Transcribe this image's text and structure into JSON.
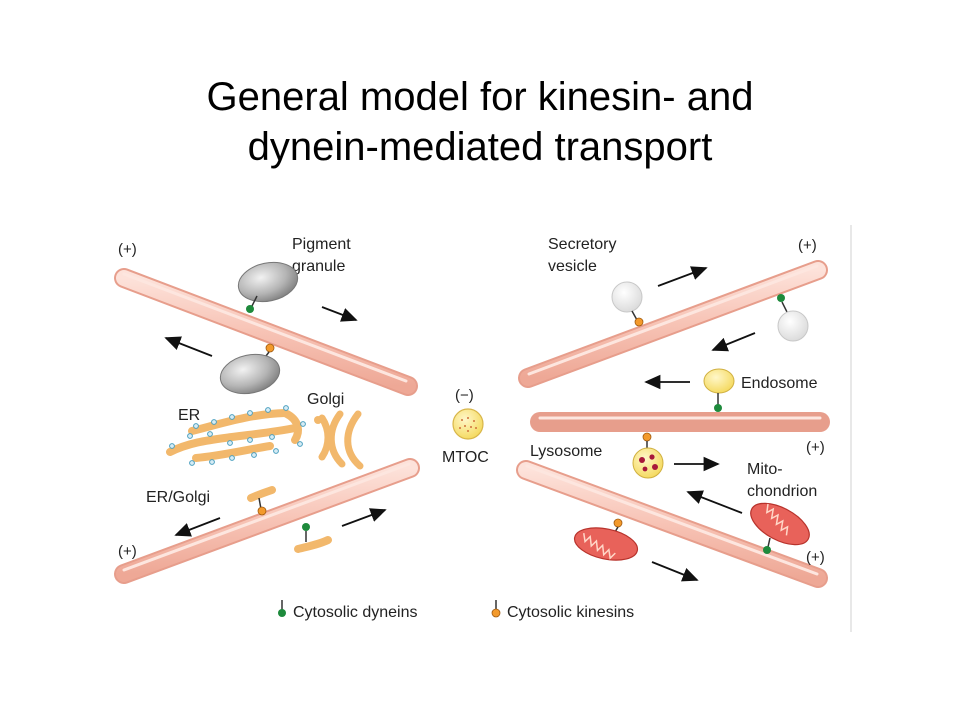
{
  "slide": {
    "title_line1": "General model for kinesin- and",
    "title_line2": "dynein-mediated transport"
  },
  "diagram": {
    "labels": {
      "plus": "(+)",
      "minus": "(−)",
      "mtoc": "MTOC",
      "pigment_1": "Pigment",
      "pigment_2": "granule",
      "er": "ER",
      "golgi": "Golgi",
      "er_golgi": "ER/Golgi",
      "secretory_1": "Secretory",
      "secretory_2": "vesicle",
      "endosome": "Endosome",
      "lysosome": "Lysosome",
      "mito_1": "Mito-",
      "mito_2": "chondrion"
    },
    "legend": {
      "dyneins": "Cytosolic dyneins",
      "kinesins": "Cytosolic kinesins"
    },
    "colors": {
      "microtubule": "#f8c9bd",
      "microtubule_edge": "#e9a392",
      "dynein": "#1e8a3c",
      "kinesin": "#f39a2c",
      "er_golgi": "#f2b86c",
      "pigment": "#a6a6a6",
      "endosome": "#f8e27a",
      "mitochondrion": "#e8625a"
    }
  }
}
